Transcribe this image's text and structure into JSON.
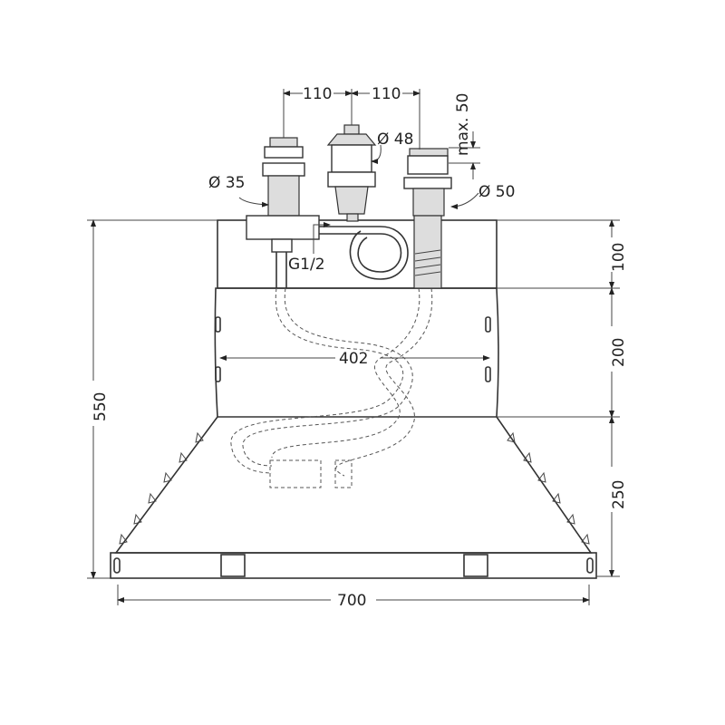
{
  "dimensions": {
    "spacing_left": "110",
    "spacing_right": "110",
    "max_height": "max. 50",
    "dia_center": "Ø 48",
    "dia_left": "Ø 35",
    "dia_right": "Ø 50",
    "thread": "G1/2",
    "height_top": "100",
    "height_middle": "200",
    "height_bottom": "250",
    "height_total": "550",
    "inner_width": "402",
    "total_width": "700"
  }
}
